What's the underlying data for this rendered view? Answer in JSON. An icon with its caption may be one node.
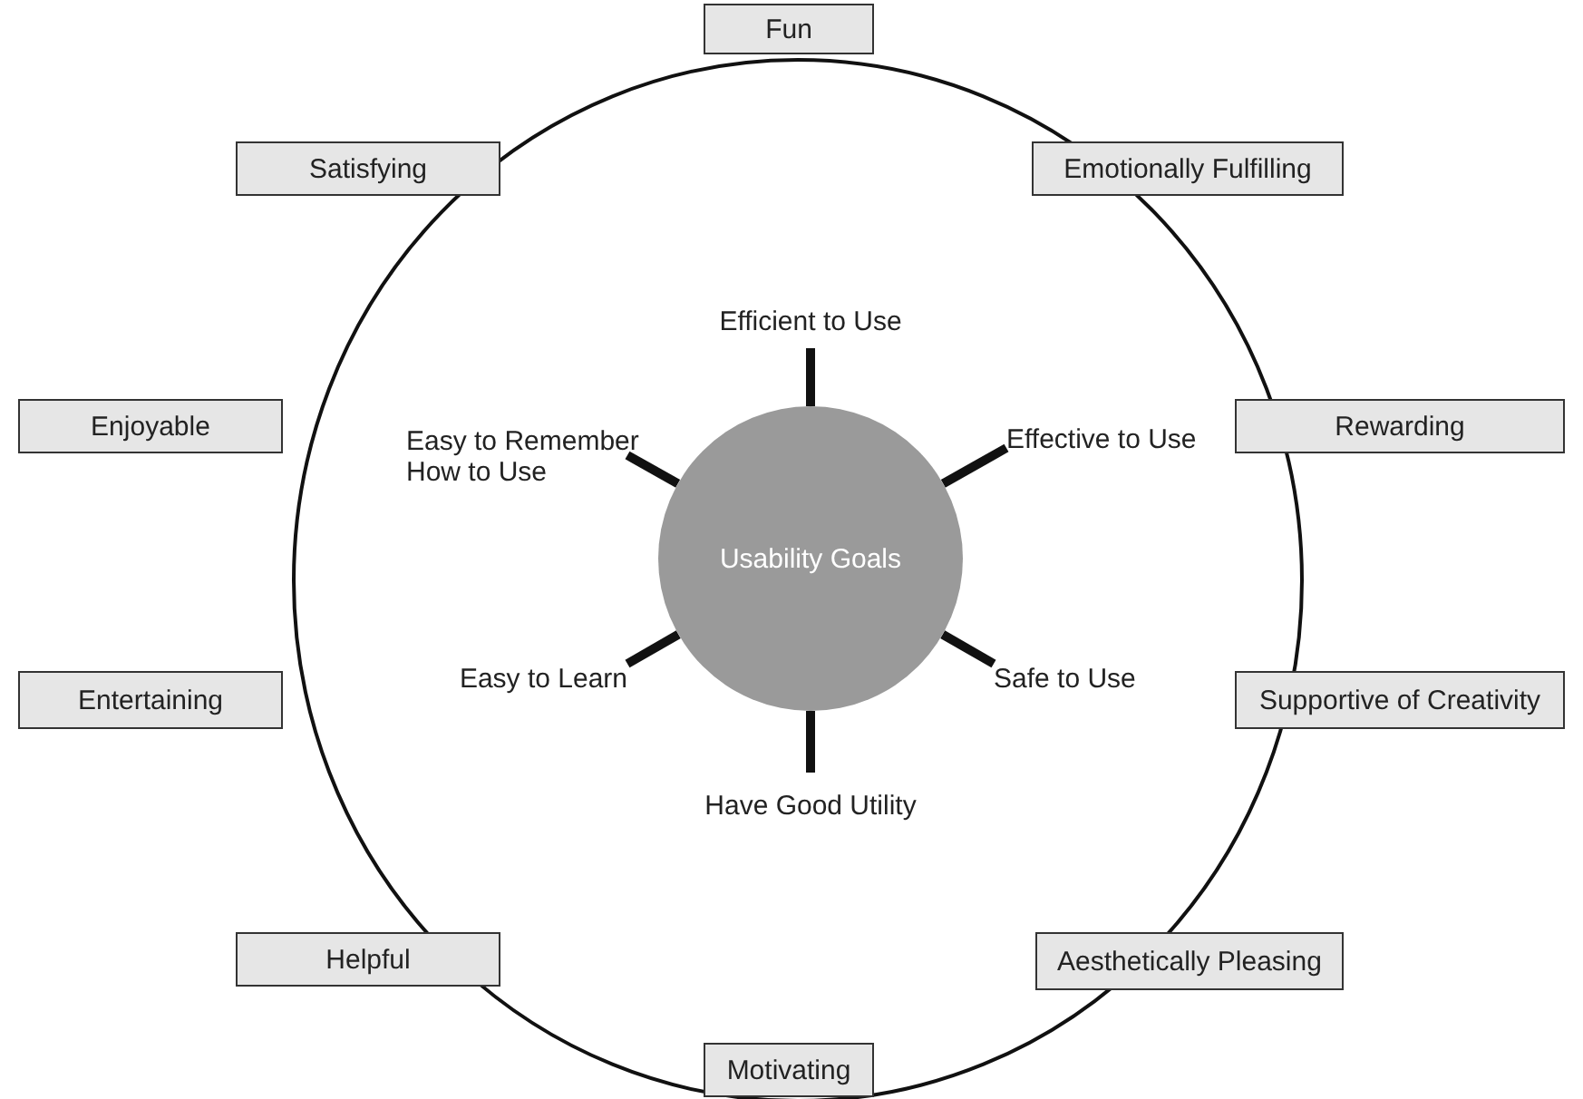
{
  "diagram": {
    "nodes": [
      {
        "text": [
          "Usability Goals"
        ]
      },
      {
        "text": [
          "Efficient to Use"
        ]
      },
      {
        "text": [
          "Effective to Use"
        ]
      },
      {
        "text": [
          "Safe to Use"
        ]
      },
      {
        "text": [
          "Have Good Utility"
        ]
      },
      {
        "text": [
          "Easy to Learn"
        ]
      },
      {
        "text": [
          "Easy to Remember How to Use"
        ]
      },
      {
        "text": [
          "Fun"
        ]
      },
      {
        "text": [
          "Emotionally Fulfilling"
        ]
      },
      {
        "text": [
          "Rewarding"
        ]
      },
      {
        "text": [
          "Supportive of Creativity"
        ]
      },
      {
        "text": [
          "Aesthetically Pleasing"
        ]
      },
      {
        "text": [
          "Motivating"
        ]
      },
      {
        "text": [
          "Helpful"
        ]
      },
      {
        "text": [
          "Entertaining"
        ]
      },
      {
        "text": [
          "Enjoyable"
        ]
      },
      {
        "text": [
          "Satisfying"
        ]
      }
    ],
    "edges": [
      {
        "from": 0,
        "to": 1,
        "arrow": "none"
      },
      {
        "from": 0,
        "to": 2,
        "arrow": "none"
      },
      {
        "from": 0,
        "to": 3,
        "arrow": "none"
      },
      {
        "from": 0,
        "to": 4,
        "arrow": "none"
      },
      {
        "from": 0,
        "to": 5,
        "arrow": "none"
      },
      {
        "from": 0,
        "to": 6,
        "arrow": "none"
      }
    ]
  }
}
